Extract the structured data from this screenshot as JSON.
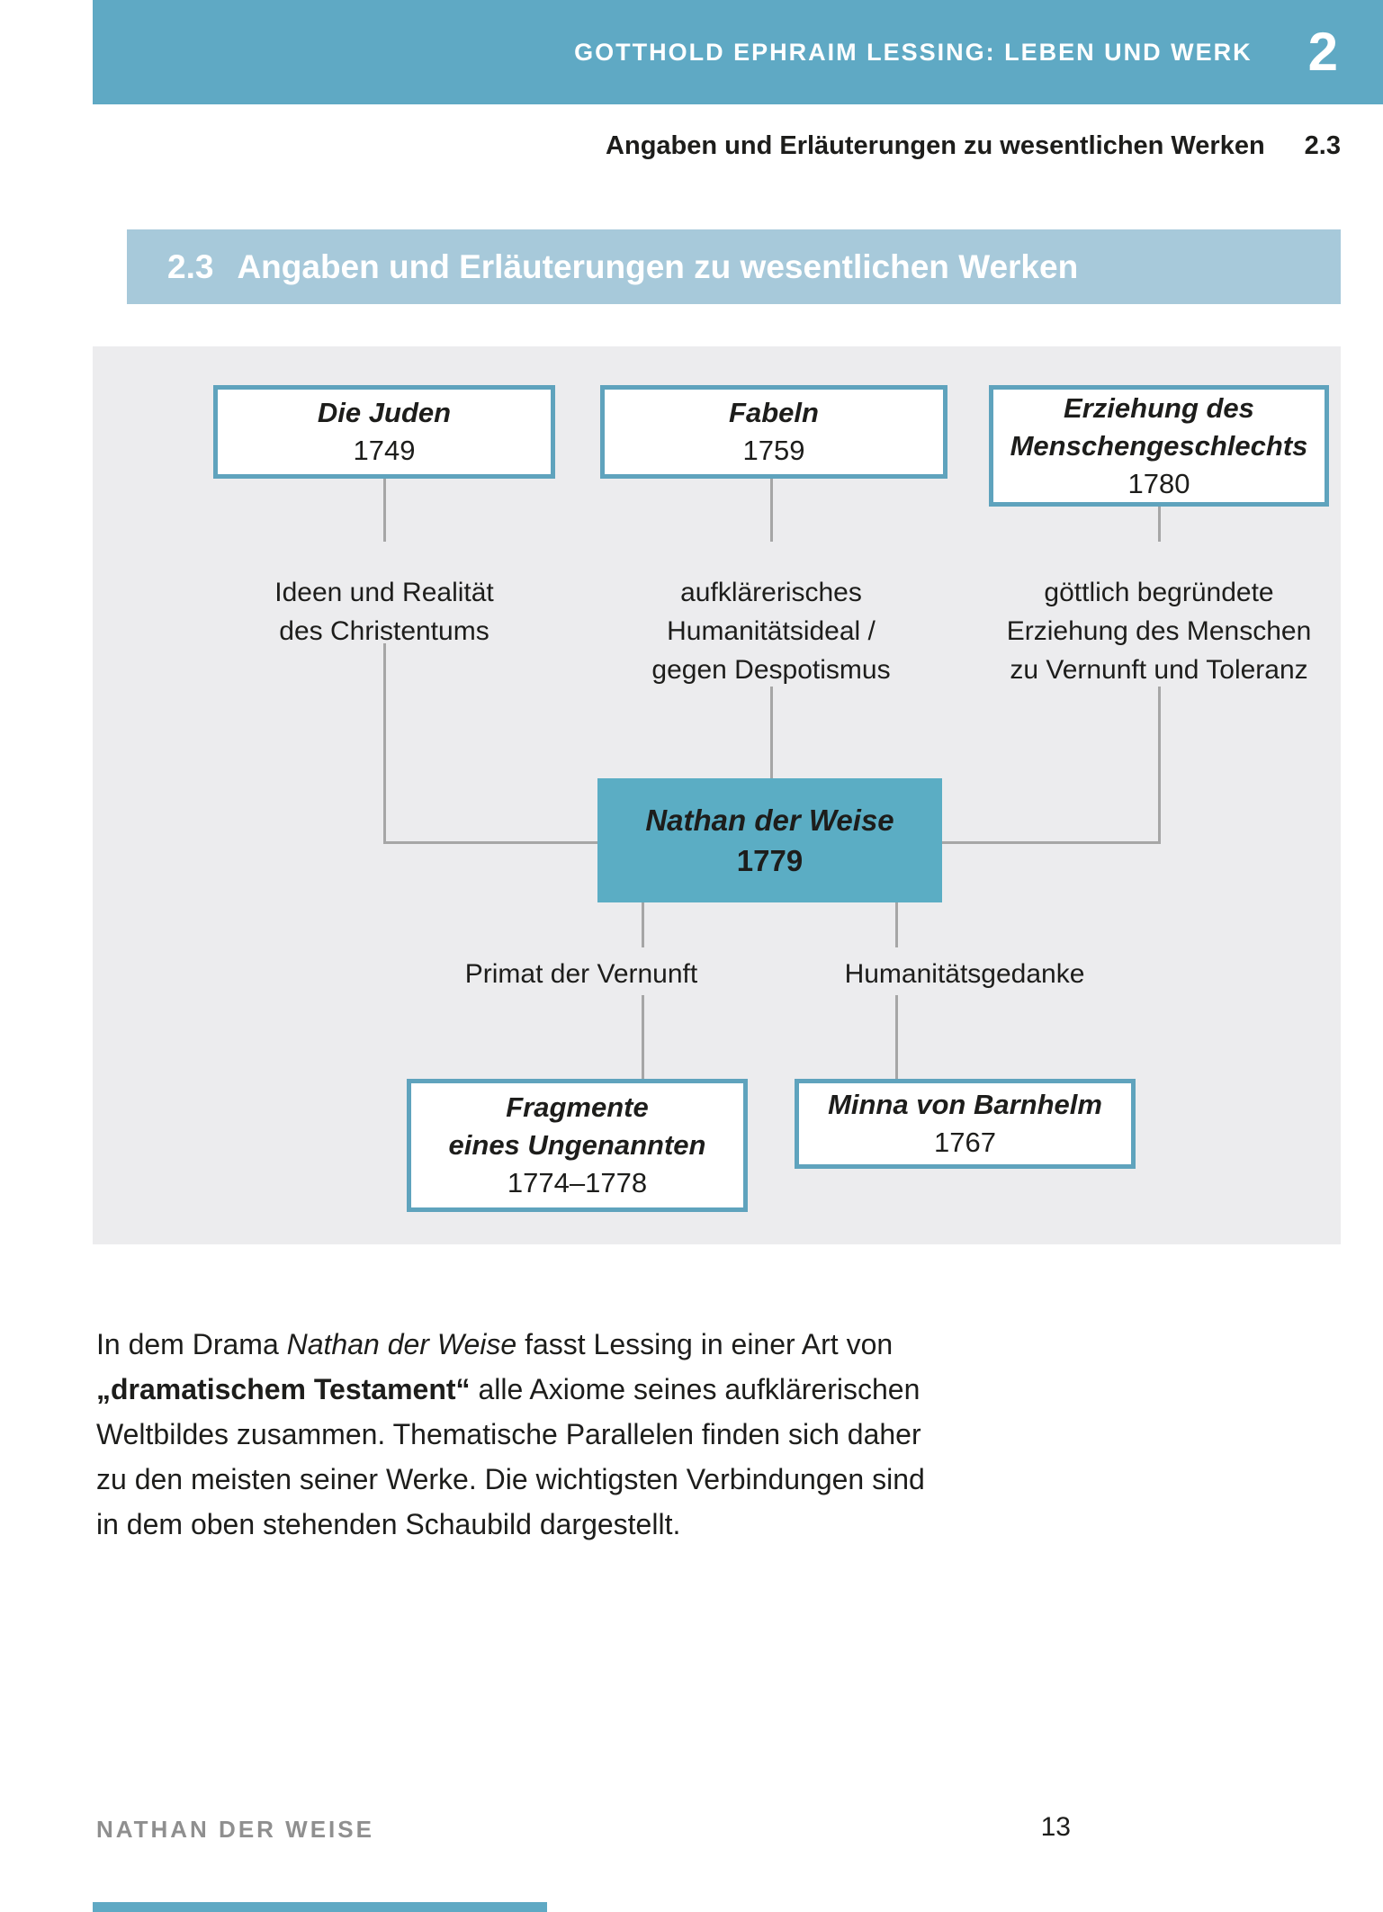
{
  "header": {
    "title": "GOTTHOLD EPHRAIM LESSING: LEBEN UND WERK",
    "chapter_number": "2"
  },
  "breadcrumb": {
    "label": "Angaben und Erläuterungen zu wesentlichen Werken",
    "section_number": "2.3"
  },
  "section_heading": {
    "number": "2.3",
    "label": "Angaben und Erläuterungen zu wesentlichen Werken"
  },
  "diagram": {
    "works_top": [
      {
        "title_lines": [
          "Die Juden"
        ],
        "year": "1749"
      },
      {
        "title_lines": [
          "Fabeln"
        ],
        "year": "1759"
      },
      {
        "title_lines": [
          "Erziehung des",
          "Menschengeschlechts"
        ],
        "year": "1780"
      }
    ],
    "influence_labels": [
      [
        "Ideen und Realität",
        "des Christentums"
      ],
      [
        "aufklärerisches",
        "Humanitätsideal /",
        "gegen Despotismus"
      ],
      [
        "göttlich begründete",
        "Erziehung des Menschen",
        "zu Vernunft und Toleranz"
      ]
    ],
    "central_work": {
      "title": "Nathan der Weise",
      "year": "1779"
    },
    "theme_labels": [
      "Primat der Vernunft",
      "Humanitätsgedanke"
    ],
    "works_bottom": [
      {
        "title_lines": [
          "Fragmente",
          "eines Ungenannten"
        ],
        "year": "1774–1778"
      },
      {
        "title_lines": [
          "Minna von Barnhelm"
        ],
        "year": "1767"
      }
    ]
  },
  "paragraph": {
    "lines": [
      [
        {
          "t": "In dem Drama ",
          "s": "n"
        },
        {
          "t": "Nathan der Weise",
          "s": "i"
        },
        {
          "t": " fasst Lessing in einer Art von",
          "s": "n"
        }
      ],
      [
        {
          "t": "„dramatischem Testament“",
          "s": "b"
        },
        {
          "t": " alle Axiome seines aufklärerischen",
          "s": "n"
        }
      ],
      [
        {
          "t": "Weltbildes zusammen. Thematische Parallelen finden sich daher",
          "s": "n"
        }
      ],
      [
        {
          "t": "zu den meisten seiner Werke. Die wichtigsten Verbindungen sind",
          "s": "n"
        }
      ],
      [
        {
          "t": "in dem oben stehenden Schaubild dargestellt.",
          "s": "n"
        }
      ]
    ]
  },
  "footer": {
    "book_title": "NATHAN DER WEISE",
    "page_number": "13"
  },
  "colors": {
    "accent_teal": "#5fa9c4",
    "section_bar_blue": "#a7c9da",
    "panel_gray": "#ececee",
    "box_border_teal": "#5fa3bd",
    "central_box_fill": "#5badc4",
    "connector_gray": "#a6a6a6",
    "text_dark": "#1d1d1b",
    "footer_gray": "#8f8f8f"
  }
}
